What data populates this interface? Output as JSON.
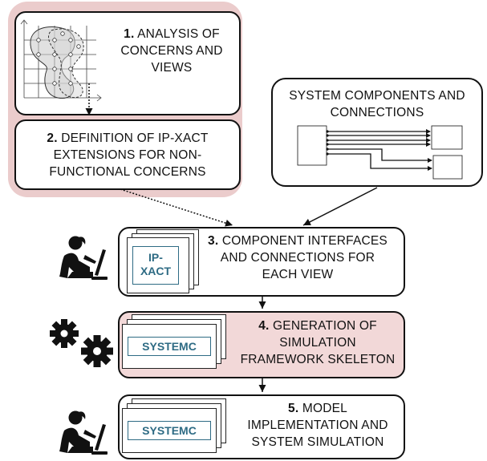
{
  "steps": [
    {
      "num": "1.",
      "text1": "ANALYSIS OF",
      "text2": "CONCERNS AND",
      "text3": "VIEWS"
    },
    {
      "num": "2.",
      "text1": "DEFINITION OF IP-XACT",
      "text2": "EXTENSIONS FOR NON-",
      "text3": "FUNCTIONAL CONCERNS"
    },
    {
      "num": "3.",
      "text1": "COMPONENT INTERFACES",
      "text2": "AND CONNECTIONS FOR",
      "text3": "EACH VIEW",
      "doc_label_1": "IP-",
      "doc_label_2": "XACT"
    },
    {
      "num": "4.",
      "text1": "GENERATION OF",
      "text2": "SIMULATION",
      "text3": "FRAMEWORK SKELETON",
      "doc_label": "SYSTEMC"
    },
    {
      "num": "5.",
      "text1": "MODEL",
      "text2": "IMPLEMENTATION AND",
      "text3": "SYSTEM SIMULATION",
      "doc_label": "SYSTEMC"
    }
  ],
  "system": {
    "title1": "SYSTEM COMPONENTS AND",
    "title2": "CONNECTIONS"
  },
  "icons": [
    "chart-icon",
    "user-at-computer-icon",
    "gears-icon"
  ],
  "colors": {
    "highlight": "#ebcccc",
    "step4_fill": "#f2d8d8",
    "doc_label": "#2e6b84",
    "stroke": "#111111"
  }
}
